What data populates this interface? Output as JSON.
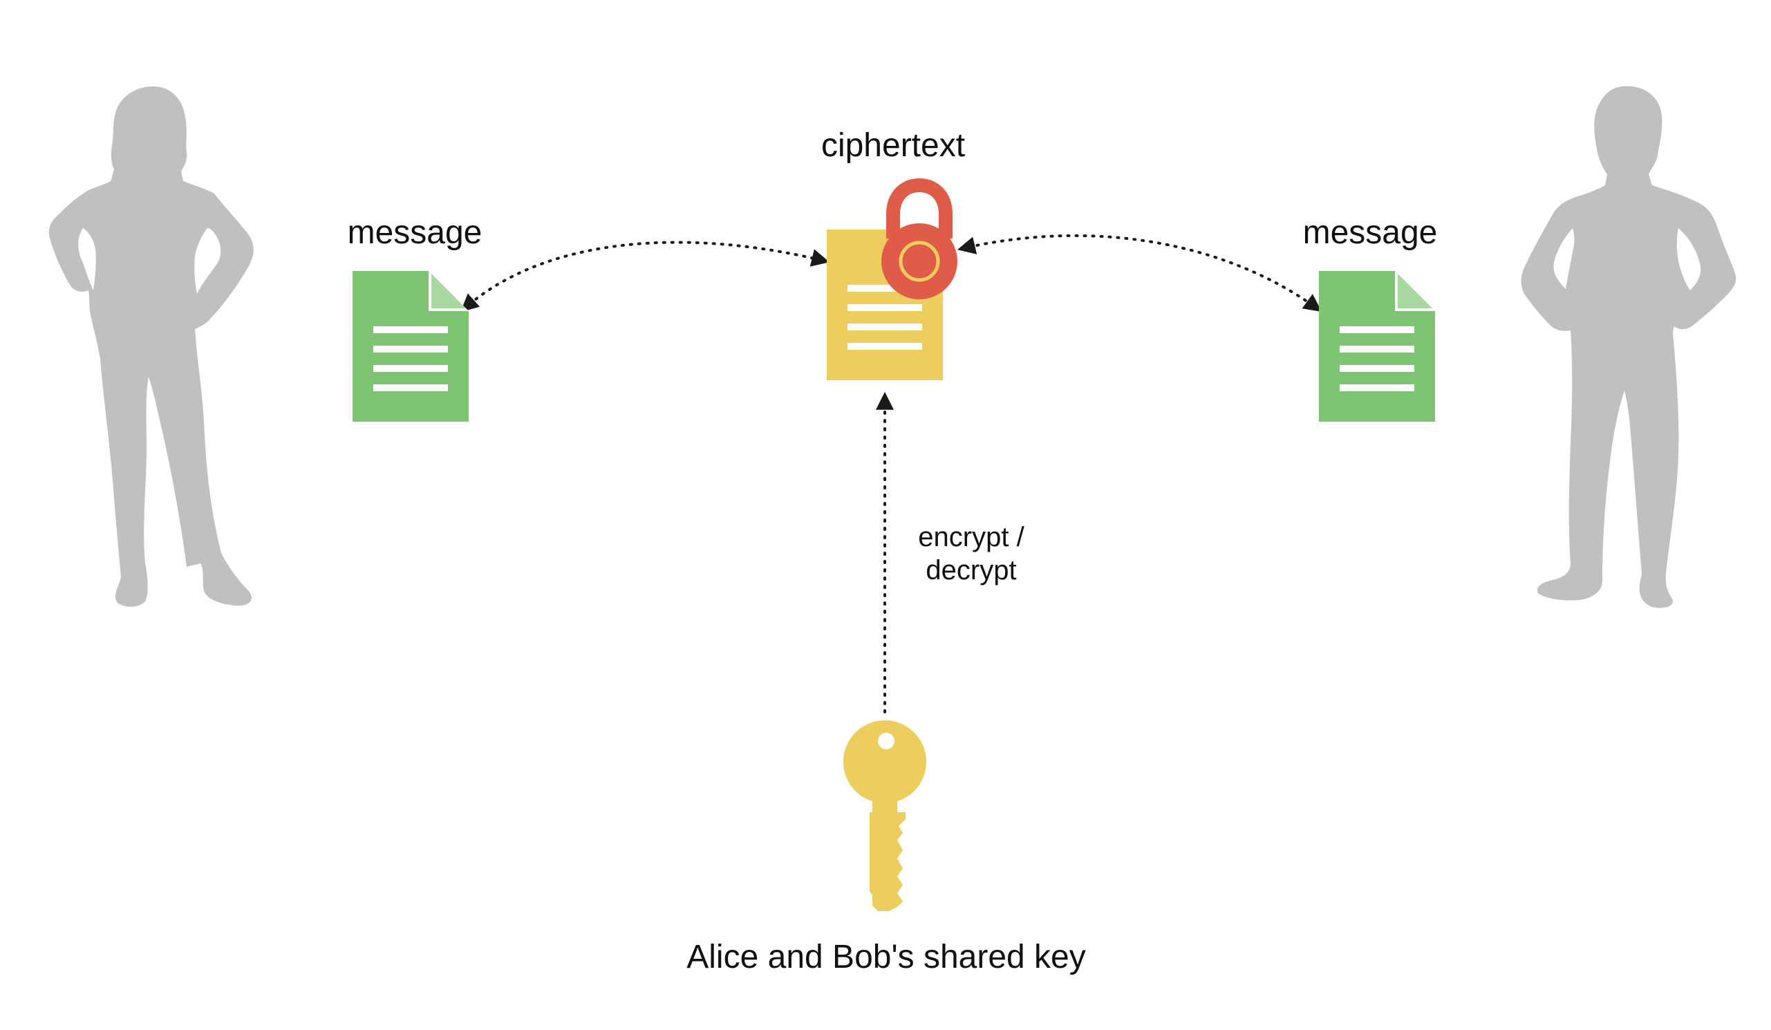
{
  "labels": {
    "ciphertext": "ciphertext",
    "message_left": "message",
    "message_right": "message",
    "operation_line1": "encrypt /",
    "operation_line2": "decrypt",
    "key_caption": "Alice and Bob's shared key"
  },
  "icons": {
    "left_person": "person-silhouette-icon",
    "right_person": "person-silhouette-icon",
    "left_document": "document-icon",
    "right_document": "document-icon",
    "cipher_document": "document-icon",
    "lock": "padlock-icon",
    "key": "key-icon"
  },
  "colors": {
    "person": "#c0c0c0",
    "message_doc": "#7dc473",
    "cipher_doc": "#eecd5f",
    "lock": "#df5c48",
    "key": "#eecd5f",
    "arrow": "#1a1a1a",
    "text": "#111111"
  }
}
